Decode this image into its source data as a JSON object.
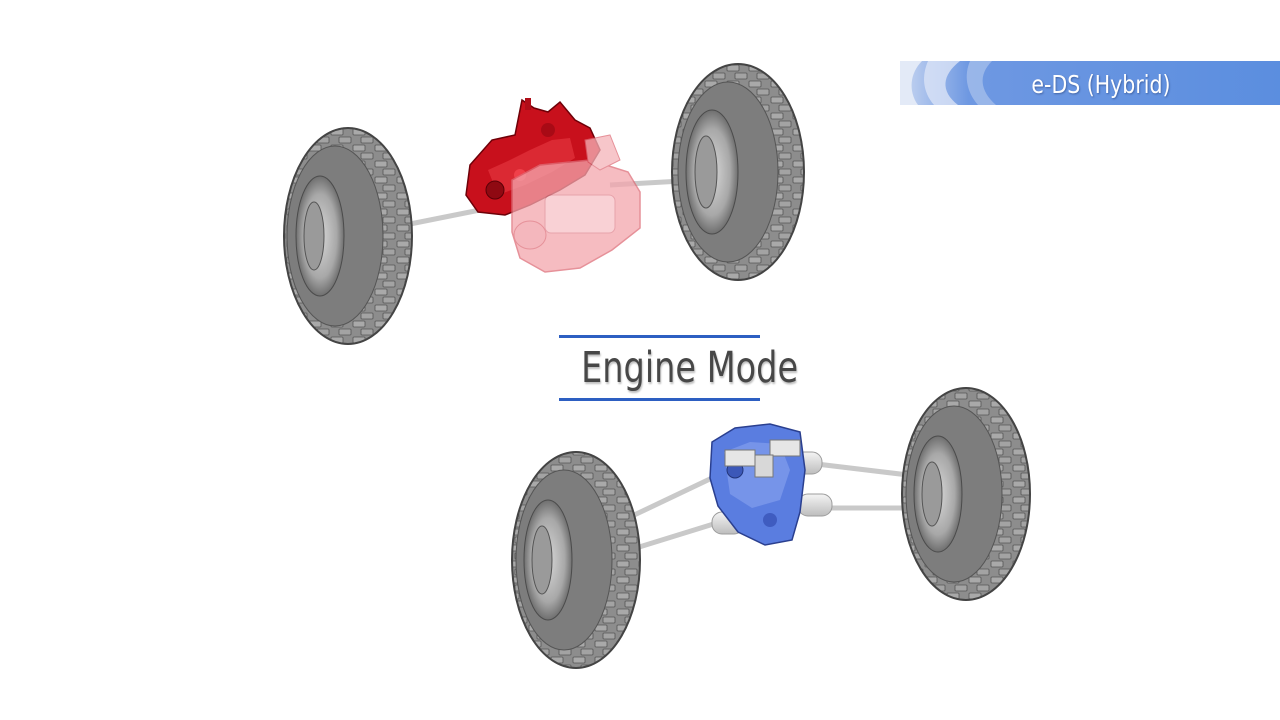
{
  "banner": {
    "label": "e-DS (Hybrid)",
    "color": "#5b8edf"
  },
  "title": {
    "text": "Engine Mode",
    "rule_color": "#2d5fc2"
  },
  "scene": {
    "upper_assembly": {
      "drive_unit_color": "#c8101c",
      "highlight": "engine"
    },
    "lower_assembly": {
      "drive_unit_color": "#4a6fd6",
      "highlight": "motor"
    },
    "tire_color": "#8c8c8c"
  }
}
